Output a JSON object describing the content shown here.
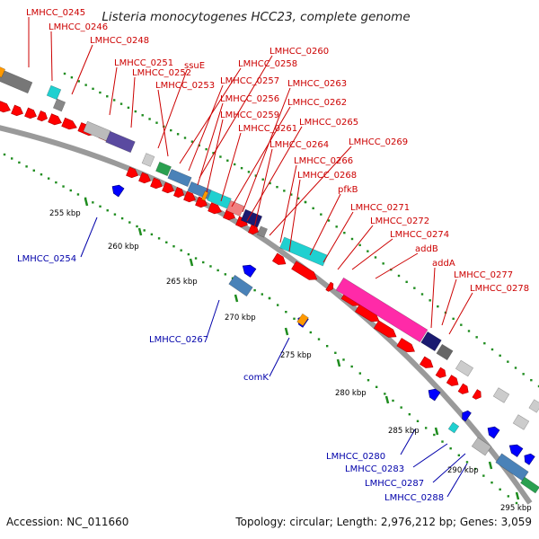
{
  "title": "Listeria monocytogenes HCC23, complete genome",
  "footer": {
    "accession": "Accession: NC_011660",
    "summary": "Topology: circular; Length: 2,976,212 bp; Genes: 3,059"
  },
  "colors": {
    "forward_cds": "#ff0000",
    "reverse_cds": "#0000ff",
    "forward_label": "#cc0000",
    "reverse_label": "#0000aa",
    "backbone": "#999999",
    "tick": "#1e8c1e",
    "cyan_feature": "#20d0d0",
    "magenta_feature": "#ff2aa8",
    "navy_feature": "#1a1a70",
    "orange_feature": "#ff9900"
  },
  "scale_labels": [
    "255 kbp",
    "260 kbp",
    "265 kbp",
    "270 kbp",
    "275 kbp",
    "280 kbp",
    "285 kbp",
    "290 kbp",
    "295 kbp"
  ],
  "forward_labels": [
    "LMHCC_0245",
    "LMHCC_0246",
    "LMHCC_0248",
    "LMHCC_0251",
    "LMHCC_0252",
    "ssuE",
    "LMHCC_0253",
    "LMHCC_0258",
    "LMHCC_0257",
    "LMHCC_0260",
    "LMHCC_0256",
    "LMHCC_0259",
    "LMHCC_0261",
    "LMHCC_0262",
    "LMHCC_0263",
    "LMHCC_0265",
    "LMHCC_0264",
    "LMHCC_0269",
    "LMHCC_0266",
    "LMHCC_0268",
    "pfkB",
    "LMHCC_0271",
    "LMHCC_0272",
    "LMHCC_0274",
    "addB",
    "addA",
    "LMHCC_0277",
    "LMHCC_0278"
  ],
  "reverse_labels": [
    "LMHCC_0254",
    "LMHCC_0267",
    "comK",
    "LMHCC_0280",
    "LMHCC_0283",
    "LMHCC_0287",
    "LMHCC_0288"
  ]
}
